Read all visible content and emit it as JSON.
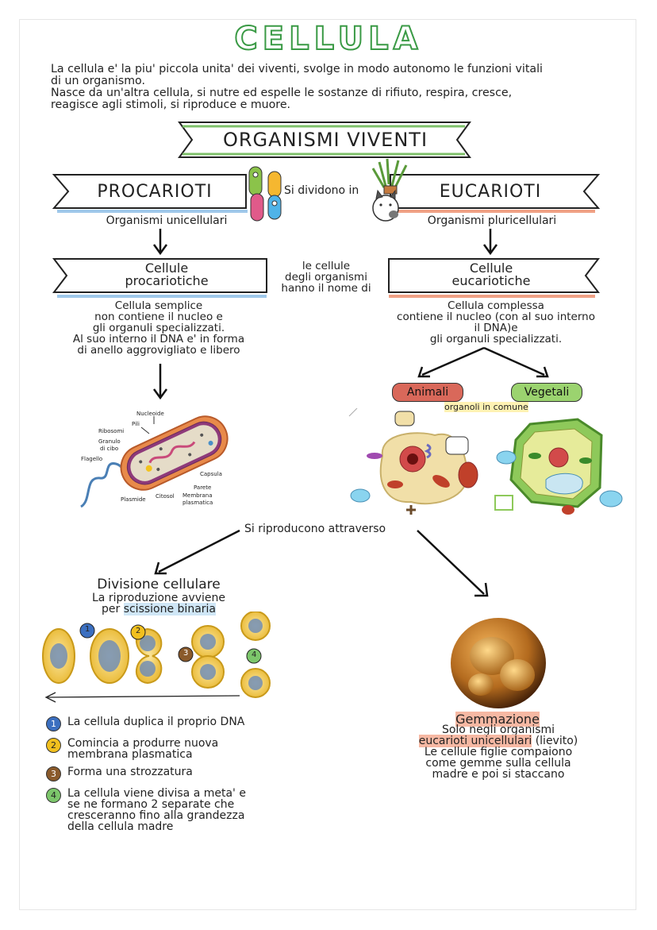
{
  "title": "CELLULA",
  "intro": {
    "line1": "La cellula e' la piu' piccola unita' dei viventi, svolge in modo autonomo le funzioni vitali",
    "line2": "di un organismo.",
    "line3": "Nasce da un'altra cellula, si nutre ed espelle le sostanze di rifiuto, respira, cresce,",
    "line4": "reagisce agli stimoli, si riproduce e muore."
  },
  "main_banner": "ORGANISMI VIVENTI",
  "split_label": "Si dividono in",
  "left": {
    "banner": "PROCARIOTI",
    "subtitle": "Organismi unicellulari",
    "cell_box_line1": "Cellule",
    "cell_box_line2": "procariotiche",
    "desc": [
      "Cellula semplice",
      "non contiene il nucleo e",
      "gli organuli specializzati.",
      "Al suo interno il DNA e' in forma",
      "di anello aggrovigliato e libero"
    ],
    "diagram_labels": {
      "nucleoide": "Nucleoide",
      "pili": "Pili",
      "ribosomi": "Ribosomi",
      "granulo": "Granulo",
      "di_cibo": "di cibo",
      "flagello": "Flagello",
      "plasmide": "Plasmide",
      "citosol": "Citosol",
      "capsula": "Capsula",
      "parete": "Parete",
      "membrana": "Membrana",
      "plasmatica": "plasmatica"
    }
  },
  "middle_label": [
    "le cellule",
    "degli organismi",
    "hanno il nome di"
  ],
  "right": {
    "banner": "EUCARIOTI",
    "subtitle": "Organismi pluricellulari",
    "cell_box_line1": "Cellule",
    "cell_box_line2": "eucariotiche",
    "desc": [
      "Cellula complessa",
      "contiene il nucleo (con al suo interno",
      "il DNA)e",
      "gli organuli specializzati."
    ],
    "animali": "Animali",
    "vegetali": "Vegetali",
    "common": "organoli in comune"
  },
  "reproduce_label": "Si riproducono attraverso",
  "division": {
    "title": "Divisione cellulare",
    "line1": "La riproduzione avviene",
    "line2_prefix": "per ",
    "line2_highlight": "scissione binaria",
    "steps": [
      {
        "num": "1",
        "text": [
          "La cellula duplica il proprio DNA"
        ],
        "color": "#3b6fc0"
      },
      {
        "num": "2",
        "text": [
          "Comincia a produrre nuova",
          "membrana plasmatica"
        ],
        "color": "#f2c01e"
      },
      {
        "num": "3",
        "text": [
          "Forma una strozzatura"
        ],
        "color": "#8a5a2b"
      },
      {
        "num": "4",
        "text": [
          "La cellula viene divisa a meta' e",
          "se ne formano 2 separate che",
          "cresceranno fino alla grandezza",
          "della cellula madre"
        ],
        "color": "#7cc66b"
      }
    ]
  },
  "gemmazione": {
    "title": "Gemmazione",
    "line1": "Solo negli organismi",
    "line2_highlight": "eucarioti unicellulari",
    "line2_suffix": " (lievito)",
    "line3": "Le cellule figlie compaiono",
    "line4": "come gemme sulla cellula",
    "line5": "madre e poi si staccano"
  },
  "colors": {
    "title_green": "#3a9a45",
    "blue_underline": "#9fc8ea",
    "peach_underline": "#f0a185",
    "animali_bg": "#d9685a",
    "vegetali_bg": "#9bd36f",
    "cytoplasm_yellow": "#f5cf55"
  }
}
